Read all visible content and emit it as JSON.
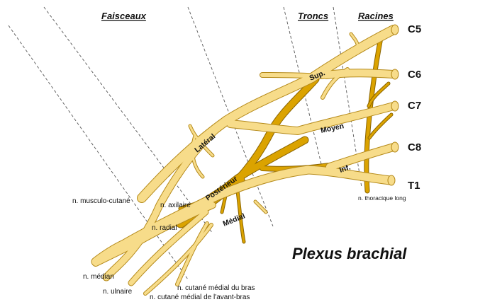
{
  "headers": {
    "faisceaux": "Faisceaux",
    "troncs": "Troncs",
    "racines": "Racines"
  },
  "roots": {
    "c5": "C5",
    "c6": "C6",
    "c7": "C7",
    "c8": "C8",
    "t1": "T1"
  },
  "trunks": {
    "superior": "Sup.",
    "middle": "Moyen",
    "inferior": "Inf."
  },
  "cords": {
    "lateral": "Latéral",
    "posterior": "Postérieur",
    "medial": "Médial"
  },
  "nerves": {
    "musculocutaneous": "n. musculo-cutané",
    "axillary": "n. axilaire",
    "radial": "n. radial",
    "median": "n. médian",
    "ulnar": "n. ulnaire",
    "medial_cutaneous_arm": "n. cutané médial du bras",
    "medial_cutaneous_forearm": "n. cutané médial de l'avant-bras",
    "long_thoracic": "n. thoracique long"
  },
  "title": "Plexus brachial",
  "colors": {
    "light_nerve": "#f7dc8a",
    "dark_nerve": "#dba300",
    "outline": "#b58a1a"
  }
}
